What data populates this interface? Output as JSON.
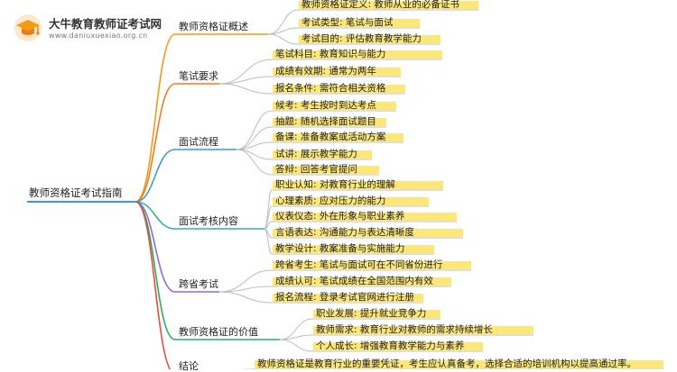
{
  "site": {
    "name": "大牛教育教师证考试网",
    "url": "www.daniuxuexiao.org.cn",
    "logo_icon": "graduation-cap-icon"
  },
  "colors": {
    "line": "#b9bcc4",
    "highlight": "#fbe35f",
    "accent_blue": "#3a9bd8",
    "branch_colors": [
      "#f39c12",
      "#e67e22",
      "#3a9bd8",
      "#2fb3a6",
      "#8e6bd4",
      "#27ae60",
      "#e74c3c"
    ]
  },
  "root": {
    "label": "教师资格证考试指南"
  },
  "branches": [
    {
      "label": "教师资格证概述",
      "leaves": [
        "教师资格证定义: 教师从业的必备证书",
        "考试类型: 笔试与面试",
        "考试目的: 评估教育教学能力"
      ]
    },
    {
      "label": "笔试要求",
      "leaves": [
        "笔试科目: 教育知识与能力",
        "成绩有效期: 通常为两年",
        "报名条件: 需符合相关资格"
      ]
    },
    {
      "label": "面试流程",
      "leaves": [
        "候考: 考生按时到达考点",
        "抽题: 随机选择面试题目",
        "备课: 准备教案或活动方案",
        "试讲: 展示教学能力",
        "答辩: 回答考官提问"
      ]
    },
    {
      "label": "面试考核内容",
      "leaves": [
        "职业认知: 对教育行业的理解",
        "心理素质: 应对压力的能力",
        "仪表仪态: 外在形象与职业素养",
        "言语表达: 沟通能力与表达清晰度",
        "教学设计: 教案准备与实施能力"
      ]
    },
    {
      "label": "跨省考试",
      "leaves": [
        "跨省考生: 笔试与面试可在不同省份进行",
        "成绩认可: 笔试成绩在全国范围内有效",
        "报名流程: 登录考试官网进行注册"
      ]
    },
    {
      "label": "教师资格证的价值",
      "leaves": [
        "职业发展: 提升就业竞争力",
        "教师需求: 教育行业对教师的需求持续增长",
        "个人成长: 增强教育教学能力与素养"
      ]
    },
    {
      "label": "结论",
      "leaves": [
        "教师资格证是教育行业的重要凭证，考生应认真备考，选择合适的培训机构以提高通过率。"
      ]
    }
  ]
}
